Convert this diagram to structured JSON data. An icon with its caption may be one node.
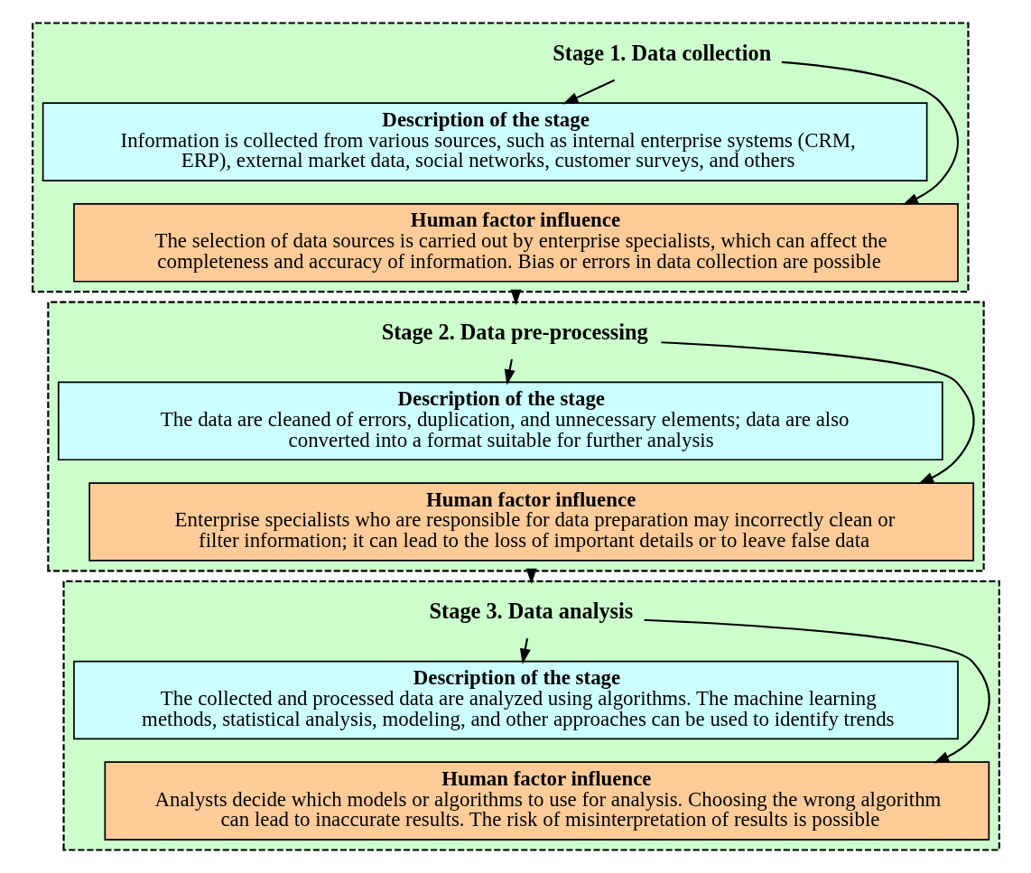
{
  "diagram": {
    "nodes": [
      {
        "text": [],
        "shape": "box"
      },
      {
        "text": [
          "Stage 1. Data collection"
        ],
        "in": 0
      },
      {
        "text": [
          "Description of the stage",
          "Information is collected from various sources, such as internal enterprise systems (CRM, ERP), external market data, social networks, customer surveys, and others"
        ],
        "in": 0
      },
      {
        "text": [
          "Human factor influence",
          "The selection of data sources is carried out by enterprise specialists, which can affect the completeness and accuracy of information. Bias or errors in data collection are possible"
        ],
        "in": 0
      },
      {
        "text": [],
        "shape": "box"
      },
      {
        "text": [
          "Stage 2. Data pre-processing"
        ],
        "in": 4
      },
      {
        "text": [
          "Description of the stage",
          "The data are cleaned of errors, duplication, and unnecessary elements; data are also converted into a format suitable for further analysis"
        ],
        "in": 4
      },
      {
        "text": [
          "Human factor influence",
          "Enterprise specialists who are responsible for data preparation may incorrectly clean or filter information; it can lead to the loss of important details or to leave false data"
        ],
        "in": 4
      },
      {
        "text": [],
        "shape": "box"
      },
      {
        "text": [
          "Stage 3. Data analysis"
        ],
        "in": 8
      },
      {
        "text": [
          "Description of the stage",
          "The collected and processed data are analyzed using algorithms. The machine learning methods, statistical analysis, modeling, and other approaches can be used to identify trends"
        ],
        "in": 8
      },
      {
        "text": [
          "Human factor influence",
          "Analysts decide which models or algorithms to use for analysis. Choosing the wrong algorithm can lead to inaccurate results. The risk of misinterpretation of results is possible"
        ],
        "in": 8
      }
    ],
    "edges": [
      {
        "from": 1,
        "to": 2,
        "arrow": "to"
      },
      {
        "from": 1,
        "to": 3,
        "arrow": "to"
      },
      {
        "from": 0,
        "to": 4,
        "arrow": "to"
      },
      {
        "from": 5,
        "to": 6,
        "arrow": "to"
      },
      {
        "from": 5,
        "to": 7,
        "arrow": "to"
      },
      {
        "from": 4,
        "to": 8,
        "arrow": "to"
      },
      {
        "from": 9,
        "to": 10,
        "arrow": "to"
      },
      {
        "from": 9,
        "to": 11,
        "arrow": "to"
      }
    ]
  }
}
